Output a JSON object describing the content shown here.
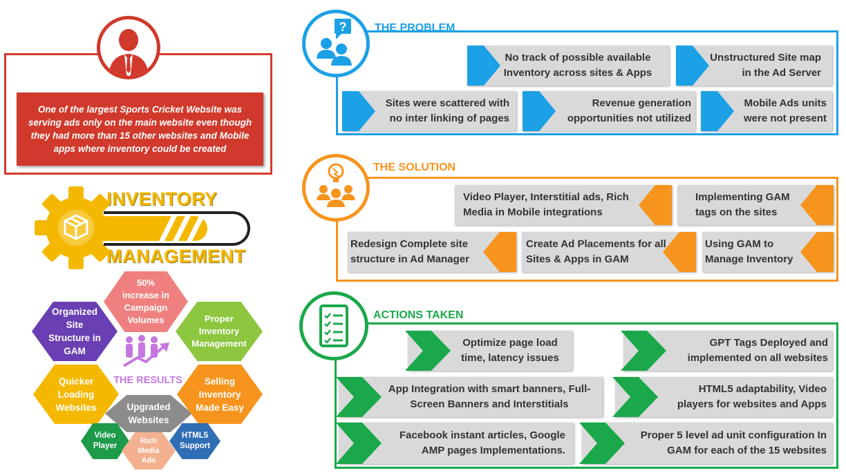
{
  "intro": {
    "text": "One of the largest Sports Cricket Website was serving ads only on the main website even though they had more than 15 other websites and Mobile apps where inventory could be created"
  },
  "banner": {
    "line1": "INVENTORY",
    "line2": "MANAGEMENT"
  },
  "results": {
    "title": "THE RESULTS",
    "hexes": [
      {
        "label": "50% increase in Campaign Volumes",
        "color": "#f08080"
      },
      {
        "label": "Organized Site Structure in GAM",
        "color": "#6a3fb3"
      },
      {
        "label": "Proper Inventory Management",
        "color": "#8dc63f"
      },
      {
        "label": "Quicker Loading Websites",
        "color": "#f5b800"
      },
      {
        "label": "Upgraded Websites",
        "color": "#8c8c8c"
      },
      {
        "label": "Selling Inventory Made Easy",
        "color": "#f7941d"
      },
      {
        "label": "Video Player",
        "color": "#1e9b4a"
      },
      {
        "label": "Rich Media Ads",
        "color": "#f3b190"
      },
      {
        "label": "HTML5 Support",
        "color": "#2f6db5"
      }
    ]
  },
  "problem": {
    "title": "THE PROBLEM",
    "color": "#1ca0e6",
    "cards": [
      "No track of possible available Inventory across sites & Apps",
      "Unstructured Site map in the Ad Server",
      "Sites were scattered with no inter linking of pages",
      "Revenue generation opportunities not utilized",
      "Mobile Ads units were not present"
    ]
  },
  "solution": {
    "title": "THE SOLUTION",
    "color": "#f7941d",
    "cards": [
      "Video Player, Interstitial ads, Rich Media in Mobile integrations",
      "Implementing GAM tags on the sites",
      "Redesign Complete site structure in Ad Manager",
      "Create Ad Placements for all Sites & Apps in GAM",
      "Using GAM to Manage Inventory"
    ]
  },
  "actions": {
    "title": "ACTIONS TAKEN",
    "color": "#1aa84a",
    "cards": [
      "Optimize page load time, latency issues",
      "GPT Tags Deployed and implemented on all websites",
      "App Integration with smart banners, Full-Screen Banners and Interstitials",
      "HTML5 adaptability, Video players for websites and Apps",
      "Facebook instant articles, Google AMP pages Implementations.",
      "Proper 5 level ad unit configuration In GAM for each of the 15 websites"
    ]
  }
}
